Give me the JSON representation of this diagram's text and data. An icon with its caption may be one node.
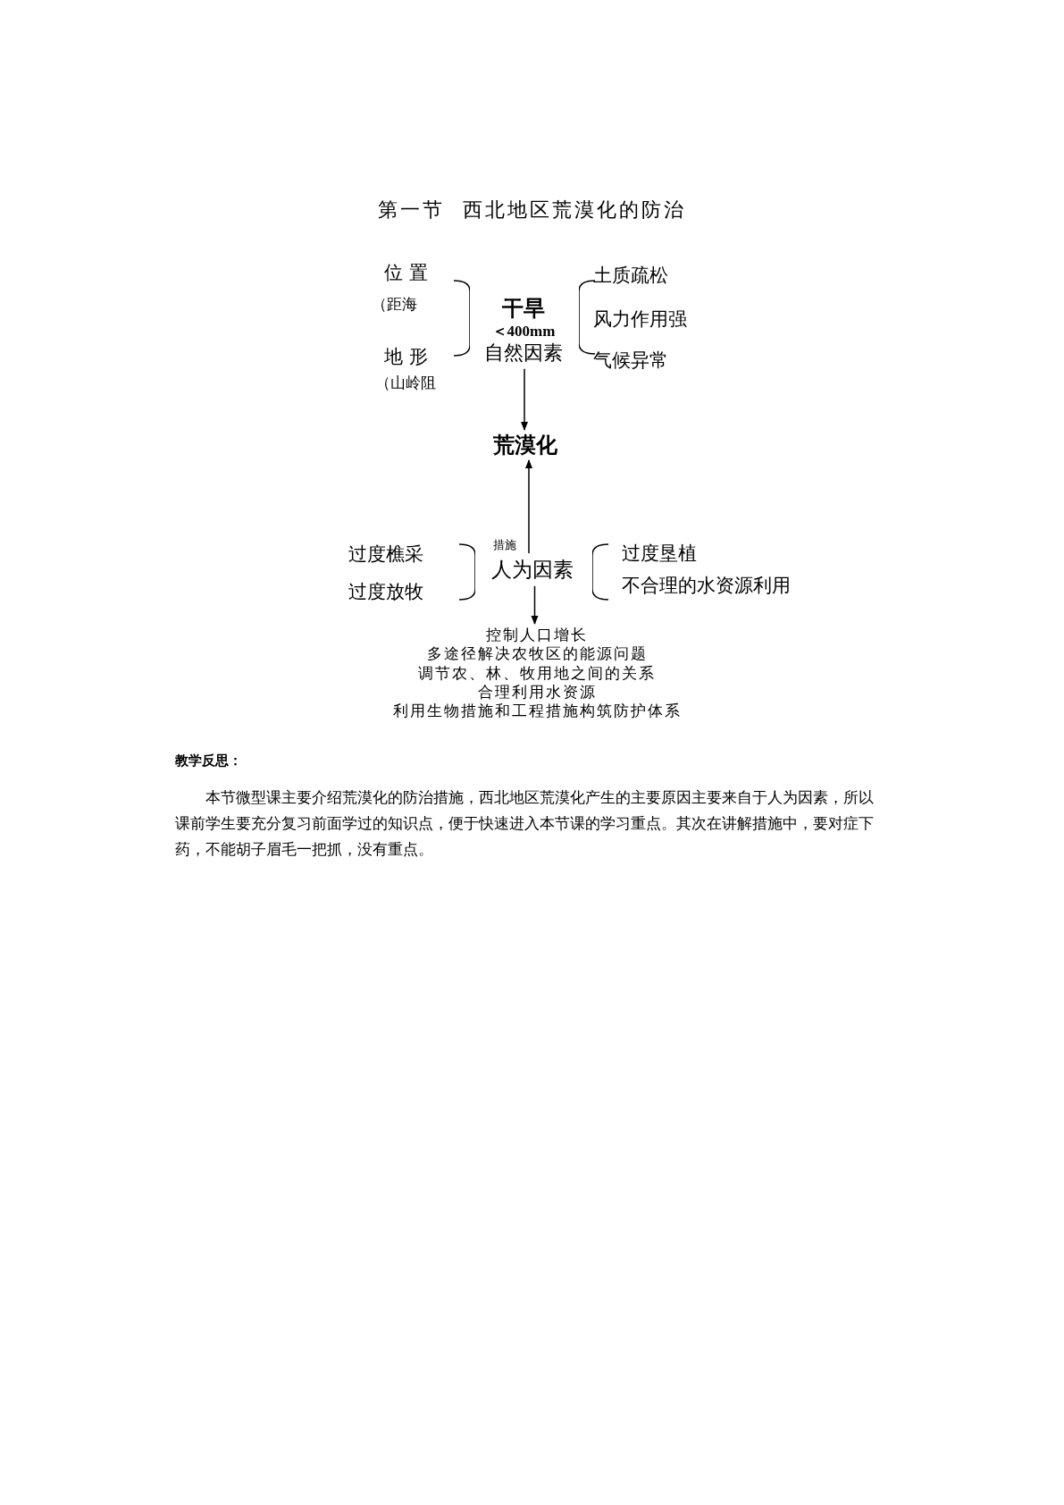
{
  "diagram": {
    "title": "第一节  西北地区荒漠化的防治",
    "nodes": [
      {
        "text": [
          "干旱",
          "＜400mm",
          "自然因素"
        ]
      },
      {
        "text": [
          "荒漠化"
        ]
      },
      {
        "text": [
          "人为因素"
        ]
      },
      {
        "text": [
          "控制人口增长",
          "多途径解决农牧区的能源问题",
          "调节农、林、牧用地之间的关系",
          "合理利用水资源",
          "利用生物措施和工程措施构筑防护体系"
        ]
      }
    ],
    "edges": [
      {
        "from": 0,
        "to": 1,
        "arrow": "to"
      },
      {
        "from": 2,
        "to": 1,
        "arrow": "to"
      },
      {
        "from": 2,
        "to": 3,
        "arrow": "to"
      }
    ],
    "labels": [
      "位 置",
      "（距海",
      "地 形",
      "（山岭阻",
      "土质疏松",
      "风力作用强",
      "气候异常",
      "过度樵采",
      "过度放牧",
      "措施",
      "过度垦植",
      "不合理的水资源利用",
      "教学反思：",
      "本节微型课主要介绍荒漠化的防治措施，西北地区荒漠化产生的主要原因主要来自于人为因素，所以课前学生要充分复习前面学过的知识点，便于快速进入本节课的学习重点。其次在讲解措施中，要对症下药，不能胡子眉毛一把抓，没有重点。"
    ]
  }
}
